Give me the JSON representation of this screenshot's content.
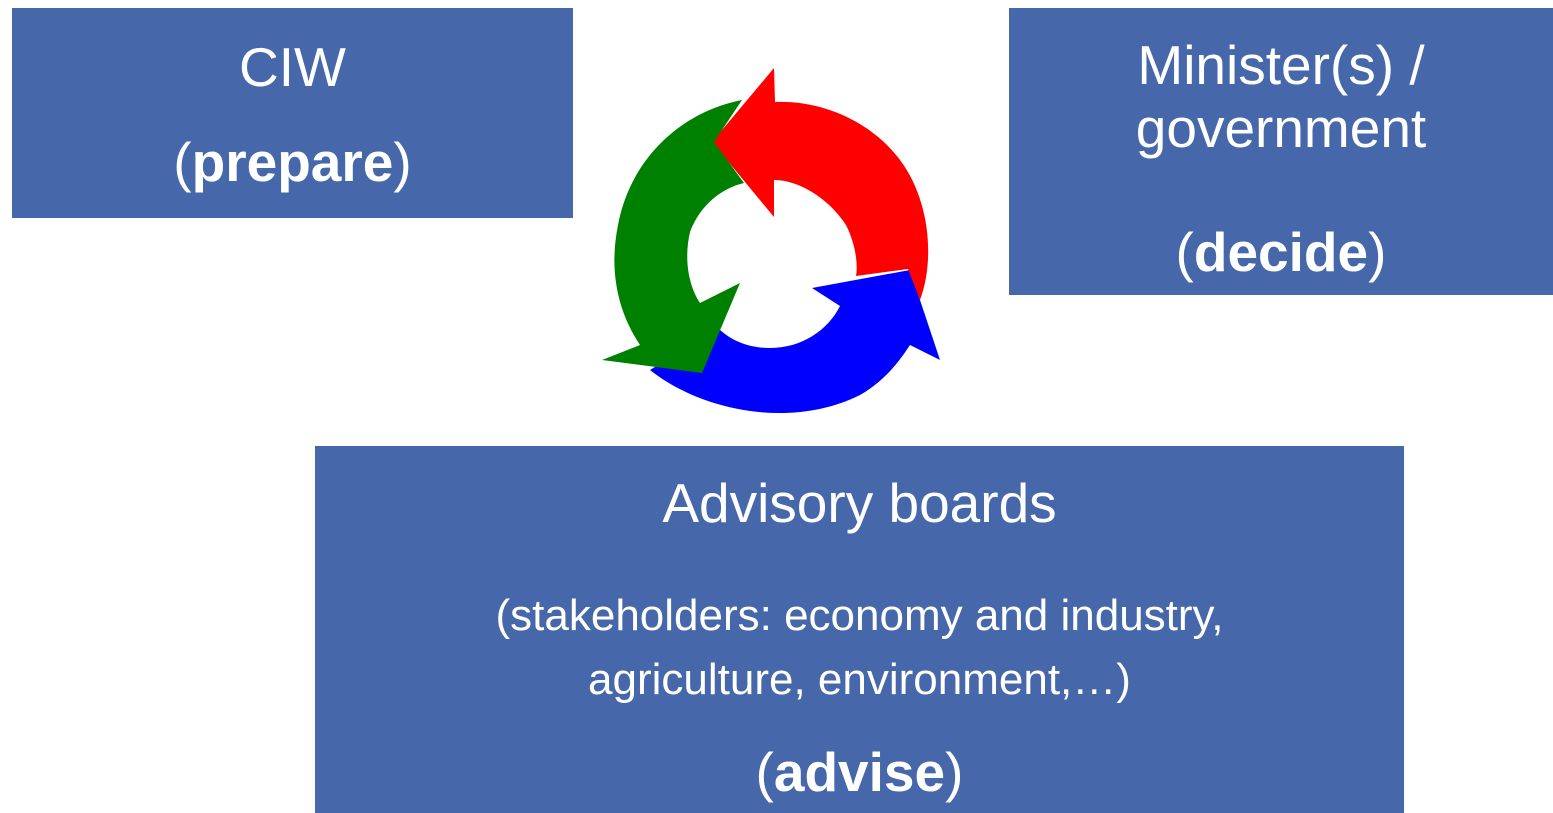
{
  "boxes": {
    "ciw": {
      "title": "CIW",
      "role_open": "(",
      "role": "prepare",
      "role_close": ")"
    },
    "minister": {
      "title_line1": "Minister(s) /",
      "title_line2": "government",
      "role_open": "(",
      "role": "decide",
      "role_close": ")"
    },
    "advisory": {
      "title": "Advisory boards",
      "subtitle_line1": "(stakeholders: economy and industry,",
      "subtitle_line2": "agriculture, environment,…)",
      "role_open": "(",
      "role": "advise",
      "role_close": ")"
    }
  },
  "cycle": {
    "arrow_colors": {
      "red": "#ff0000",
      "blue": "#0000ff",
      "green": "#008000"
    },
    "box_color": "#4667aa"
  }
}
